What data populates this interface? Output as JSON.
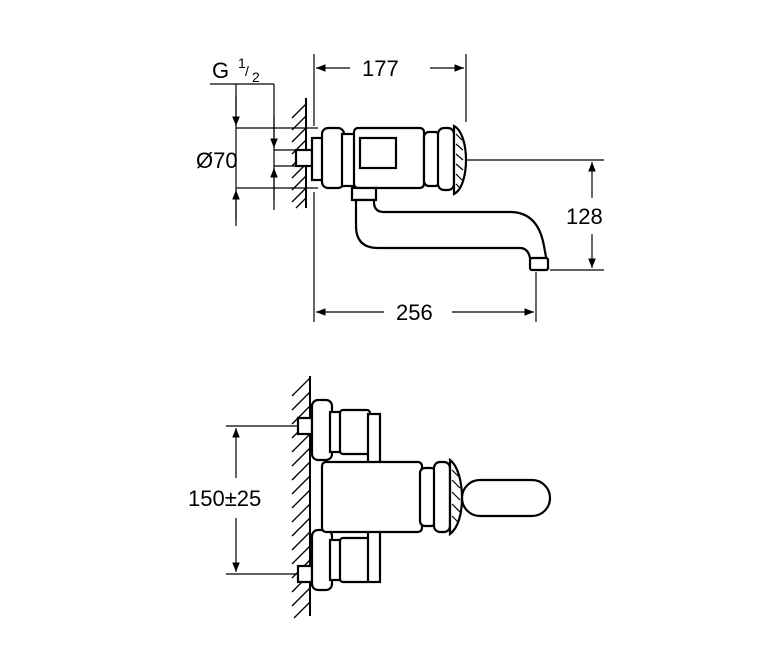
{
  "dimensions": {
    "thread": {
      "main": "G",
      "num": "1",
      "den": "2"
    },
    "body_length": "177",
    "diameter": "Ø70",
    "spout_height": "128",
    "spout_reach": "256",
    "centres": "150±25"
  }
}
